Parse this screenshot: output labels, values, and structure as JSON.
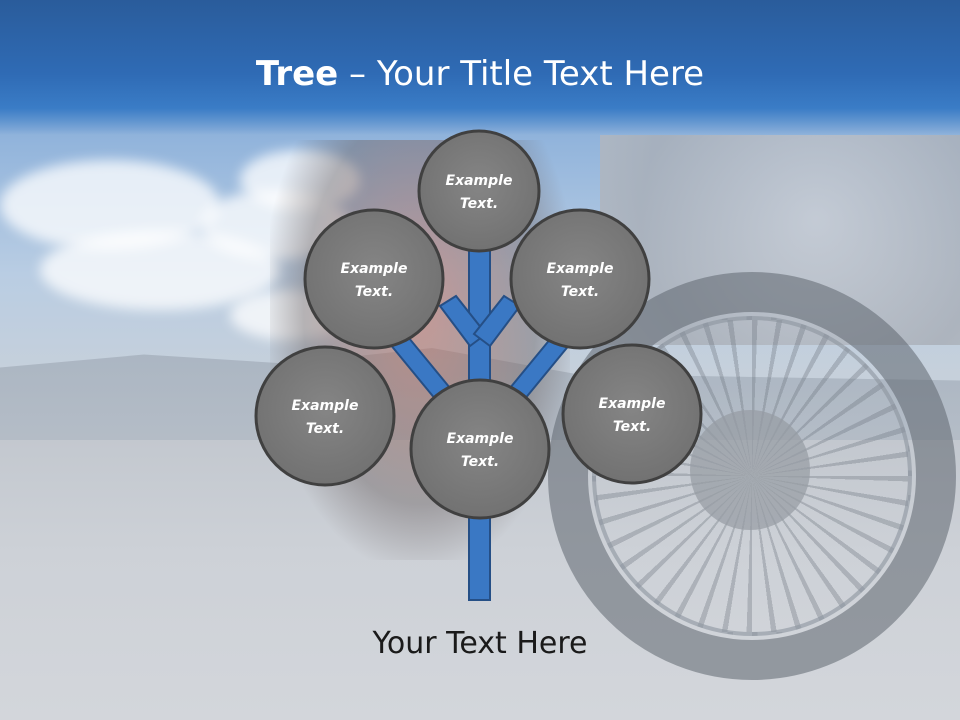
{
  "title": {
    "bold": "Tree",
    "rest": " – Your Title Text Here"
  },
  "nodes": [
    {
      "id": "top",
      "line1": "Example",
      "line2": "Text."
    },
    {
      "id": "upper-left",
      "line1": "Example",
      "line2": "Text."
    },
    {
      "id": "upper-right",
      "line1": "Example",
      "line2": "Text."
    },
    {
      "id": "lower-left",
      "line1": "Example",
      "line2": "Text."
    },
    {
      "id": "center",
      "line1": "Example",
      "line2": "Text."
    },
    {
      "id": "lower-right",
      "line1": "Example",
      "line2": "Text."
    }
  ],
  "caption": "Your Text Here",
  "colors": {
    "header": "#2f6bb5",
    "branch": "#3a78c4",
    "node_fill": "#7b7b7b",
    "node_border": "#404040"
  }
}
